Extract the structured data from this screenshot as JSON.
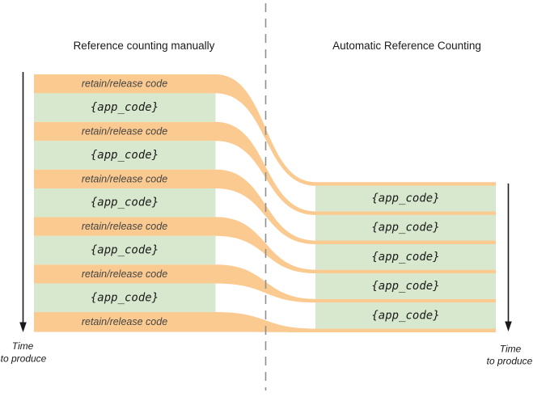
{
  "left_panel": {
    "title": "Reference counting manually",
    "rows": [
      {
        "kind": "overhead",
        "label": "retain/release code"
      },
      {
        "kind": "app",
        "label": "{app_code}"
      },
      {
        "kind": "overhead",
        "label": "retain/release code"
      },
      {
        "kind": "app",
        "label": "{app_code}"
      },
      {
        "kind": "overhead",
        "label": "retain/release code"
      },
      {
        "kind": "app",
        "label": "{app_code}"
      },
      {
        "kind": "overhead",
        "label": "retain/release code"
      },
      {
        "kind": "app",
        "label": "{app_code}"
      },
      {
        "kind": "overhead",
        "label": "retain/release code"
      },
      {
        "kind": "app",
        "label": "{app_code}"
      },
      {
        "kind": "overhead",
        "label": "retain/release code"
      }
    ],
    "time_axis": {
      "line1": "Time",
      "line2": "to produce"
    }
  },
  "right_panel": {
    "title": "Automatic Reference Counting",
    "rows": [
      {
        "kind": "app",
        "label": "{app_code}"
      },
      {
        "kind": "app",
        "label": "{app_code}"
      },
      {
        "kind": "app",
        "label": "{app_code}"
      },
      {
        "kind": "app",
        "label": "{app_code}"
      },
      {
        "kind": "app",
        "label": "{app_code}"
      }
    ],
    "time_axis": {
      "line1": "Time",
      "line2": "to produce"
    }
  },
  "colors": {
    "overhead_fill": "#FACA90",
    "app_fill": "#D8E8CE",
    "divider_gray": "#8F8F8F",
    "arrow_black": "#1A1A1A"
  }
}
